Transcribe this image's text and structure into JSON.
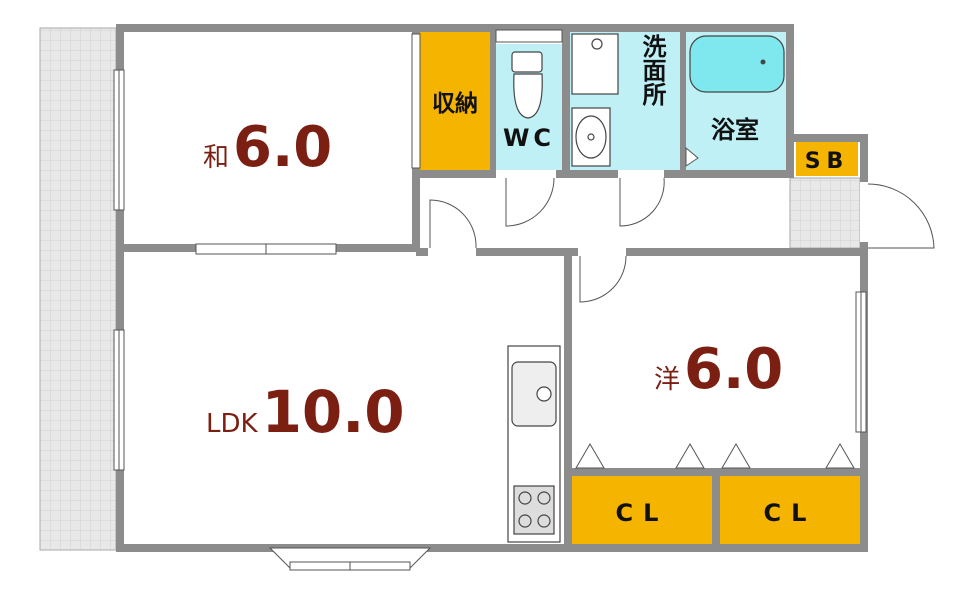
{
  "rooms": {
    "washitsu": {
      "prefix": "和",
      "size": "6.0"
    },
    "ldk": {
      "prefix": "LDK",
      "size": "10.0"
    },
    "youshitsu": {
      "prefix": "洋",
      "size": "6.0"
    },
    "storage": {
      "label": "収納"
    },
    "wc": {
      "label": "WC"
    },
    "washroom": {
      "label": "洗面所"
    },
    "bathroom": {
      "label": "浴室"
    },
    "sb": {
      "label": "SB"
    },
    "closet_left": {
      "label": "CL"
    },
    "closet_right": {
      "label": "CL"
    }
  },
  "colors": {
    "wall": "#8c8c8c",
    "storage_fill": "#f4b400",
    "wet_area_fill": "#bff0f5",
    "bathtub_fill": "#7fe8ee",
    "balcony_fill": "#e6e6e6",
    "label_color": "#7a1f12"
  }
}
